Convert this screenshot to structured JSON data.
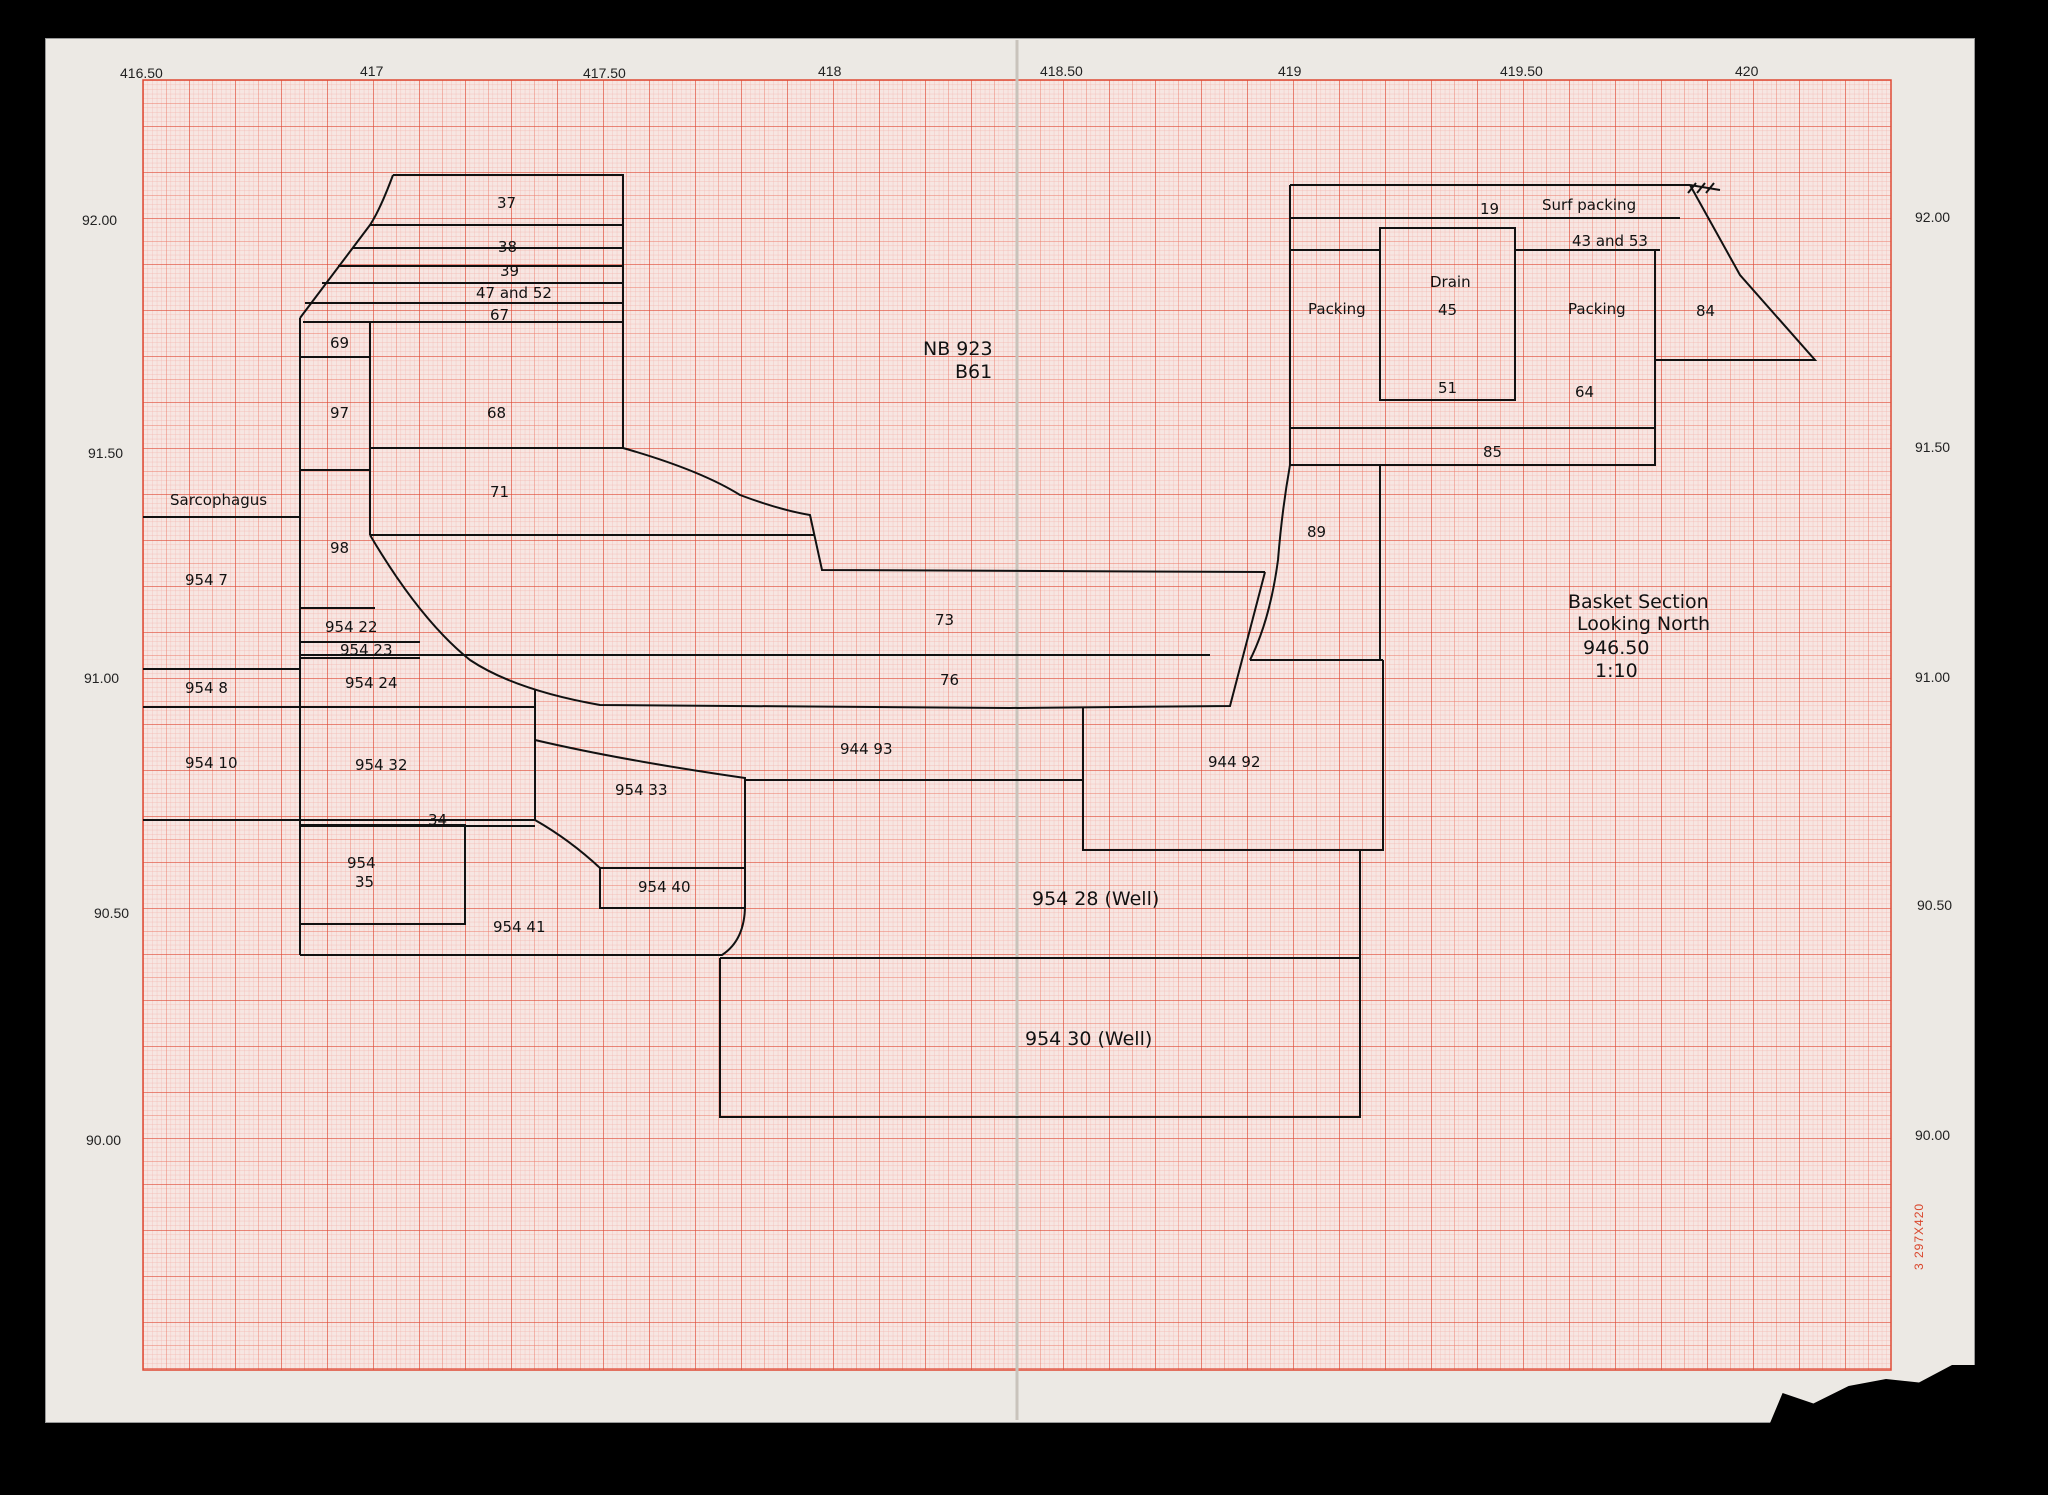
{
  "axes": {
    "x_ticks": [
      "416.50",
      "417",
      "417.50",
      "418",
      "418.50",
      "419",
      "419.50",
      "420"
    ],
    "y_ticks_left": [
      "92.00",
      "91.50",
      "91.00",
      "90.50",
      "90.00"
    ],
    "y_ticks_right": [
      "92.00",
      "91.50",
      "91.00",
      "90.50",
      "90.00"
    ]
  },
  "title": {
    "line1": "Basket Section",
    "line2": "Looking North",
    "line3": "946.50",
    "line4": "1:10"
  },
  "project": {
    "code": "NB 923",
    "locus": "B61"
  },
  "paper_code": "3  297X420",
  "colors": {
    "paper": "#ece9e4",
    "grid_minor": "#f3a7a0",
    "grid_major": "#e25a45",
    "ink": "#111111"
  },
  "layers": {
    "l37": "37",
    "l38": "38",
    "l39": "39",
    "l47_52": "47 and 52",
    "l67": "67",
    "l69": "69",
    "l97": "97",
    "l68": "68",
    "l71": "71",
    "l98": "98",
    "sarcophagus": "Sarcophagus",
    "l954_7": "954 7",
    "l954_22": "954 22",
    "l954_23": "954 23",
    "l954_8": "954 8",
    "l954_24": "954 24",
    "l954_10": "954 10",
    "l954_32": "954 32",
    "l34": "34",
    "l954_35a": "954",
    "l954_35b": "35",
    "l954_41": "954 41",
    "l954_33": "954 33",
    "l954_40": "954 40",
    "l944_93": "944 93",
    "l944_92": "944 92",
    "l73": "73",
    "l76": "76",
    "l954_28": "954 28  (Well)",
    "l954_30": "954 30  (Well)",
    "l89": "89",
    "l85": "85",
    "l19": "19",
    "surf_packing": "Surf packing",
    "l43_53": "43 and 53",
    "packing_left": "Packing",
    "drain": "Drain",
    "l45": "45",
    "packing_right": "Packing",
    "l84": "84",
    "l51": "51",
    "l64": "64"
  }
}
